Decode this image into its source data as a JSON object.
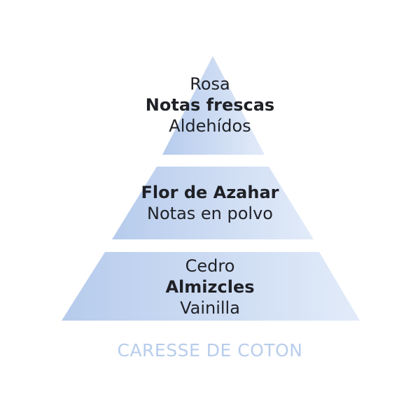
{
  "colors": {
    "tier_fill_light": "#dbe6f7",
    "tier_fill_dark": "#b6cbec",
    "text": "#1f2126",
    "caption": "#b8cdec"
  },
  "pyramid": {
    "top_tier": {
      "line_1": "Rosa",
      "line_2": "Notas frescas",
      "line_3": "Aldehídos"
    },
    "middle_tier": {
      "line_1": "Flor de Azahar",
      "line_2": "Notas en polvo"
    },
    "bottom_tier": {
      "line_1": "Cedro",
      "line_2": "Almizcles",
      "line_3": "Vainilla"
    }
  },
  "caption": "CARESSE DE COTON"
}
